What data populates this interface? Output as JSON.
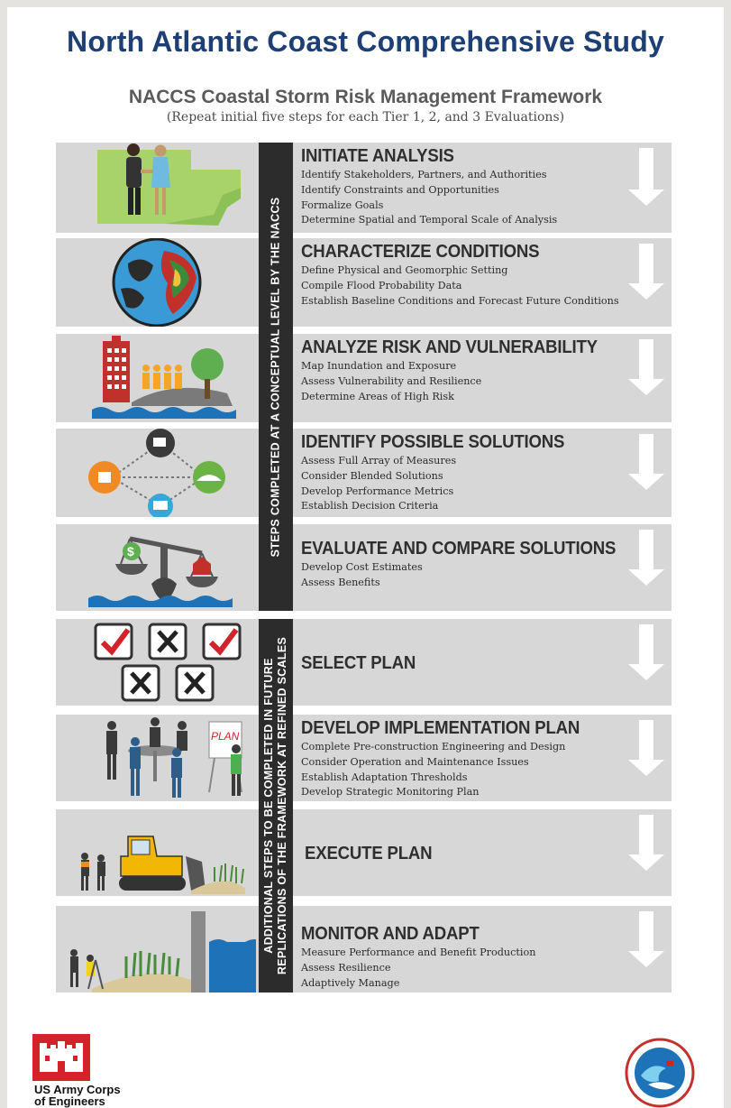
{
  "header": {
    "title": "North Atlantic Coast Comprehensive Study",
    "subtitle": "NACCS Coastal Storm Risk Management Framework",
    "note": "(Repeat initial five steps for each Tier 1, 2, and 3 Evaluations)"
  },
  "vertical_labels": {
    "conceptual": "STEPS COMPLETED AT A CONCEPTUAL LEVEL BY THE NACCS",
    "future_line1": "ADDITIONAL STEPS TO BE COMPLETED IN FUTURE",
    "future_line2": "REPLICATIONS OF THE FRAMEWORK AT REFINED SCALES"
  },
  "steps": [
    {
      "title": "INITIATE ANALYSIS",
      "icon": "handshake-map-icon",
      "items": [
        "Identify Stakeholders, Partners, and Authorities",
        "Identify Constraints and Opportunities",
        "Formalize Goals",
        "Determine Spatial and Temporal Scale of Analysis"
      ]
    },
    {
      "title": "CHARACTERIZE CONDITIONS",
      "icon": "globe-map-icon",
      "items": [
        "Define Physical and Geomorphic Setting",
        "Compile Flood Probability Data",
        "Establish Baseline Conditions and Forecast Future Conditions"
      ]
    },
    {
      "title": "ANALYZE RISK AND VULNERABILITY",
      "icon": "building-people-tree-icon",
      "items": [
        "Map Inundation and Exposure",
        "Assess Vulnerability and Resilience",
        "Determine Areas of High Risk"
      ]
    },
    {
      "title": "IDENTIFY POSSIBLE SOLUTIONS",
      "icon": "solutions-network-icon",
      "items": [
        "Assess Full Array of Measures",
        "Consider Blended Solutions",
        "Develop Performance Metrics",
        "Establish Decision Criteria"
      ]
    },
    {
      "title": "EVALUATE AND COMPARE SOLUTIONS",
      "icon": "balance-scale-icon",
      "items": [
        "Develop Cost Estimates",
        "Assess Benefits"
      ]
    },
    {
      "title": "SELECT PLAN",
      "icon": "checkbox-selection-icon",
      "items": []
    },
    {
      "title": "DEVELOP IMPLEMENTATION PLAN",
      "icon": "meeting-people-icon",
      "board_label": "PLAN",
      "items": [
        "Complete Pre-construction Engineering and Design",
        "Consider Operation and Maintenance Issues",
        "Establish Adaptation Thresholds",
        "Develop Strategic Monitoring Plan"
      ]
    },
    {
      "title": "EXECUTE PLAN",
      "icon": "bulldozer-icon",
      "items": []
    },
    {
      "title": "MONITOR AND ADAPT",
      "icon": "floodwall-monitoring-icon",
      "items": [
        "Measure Performance and Benefit Production",
        "Assess Resilience",
        "Adaptively Manage"
      ]
    }
  ],
  "footer": {
    "org_line1": "US Army Corps",
    "org_line2": "of Engineers",
    "seal_icon": "coastal-storm-risk-seal-icon"
  },
  "colors": {
    "title": "#1e3f73",
    "panel": "#d7d7d7",
    "bar": "#2c2c2c",
    "usace_red": "#d2232a"
  }
}
